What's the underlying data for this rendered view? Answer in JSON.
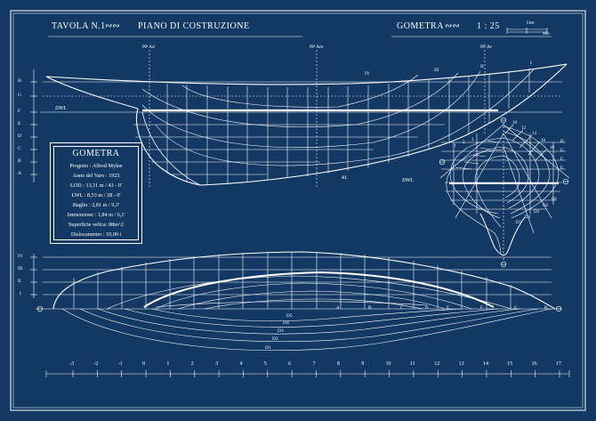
{
  "header": {
    "sheet": "TAVOLA N.1",
    "plan_title": "PIANO DI COSTRUZIONE",
    "boat_name": "GOMETRA",
    "scale": "1 : 25",
    "scale_bar_labels": [
      "Feet",
      "Mtr"
    ]
  },
  "profile": {
    "perpendiculars": [
      "PP Ad",
      "PP Am",
      "PP Av"
    ],
    "stations": [
      "IV",
      "III",
      "II",
      "I"
    ],
    "waterline_labels": [
      "H",
      "G",
      "F",
      "E",
      "D",
      "C",
      "B",
      "A"
    ],
    "dwl_label": "DWL",
    "keel_label": "KL"
  },
  "body_plan": {
    "symbol": "⌭",
    "dwl_label": "DWL",
    "stations_aft": [
      "1",
      "2",
      "3",
      "4",
      "5",
      "6",
      "7",
      "8"
    ],
    "stations_fwd": [
      "8",
      "9",
      "10",
      "11",
      "12",
      "13",
      "14",
      "15",
      "16",
      "17",
      "18"
    ],
    "waterlines": [
      "H",
      "G",
      "F",
      "E",
      "D",
      "C",
      "B",
      "A"
    ],
    "diagonals": [
      "D1",
      "D2",
      "D3",
      "D4",
      "D5"
    ]
  },
  "info": {
    "title": "GOMETRA",
    "lines": [
      "Progetto : Alfred Mylne",
      "Anno del Varo : 1925",
      "LOD : 13,11 m / 43 - 0'",
      "LWL : 8,53 m / 28 - 0'",
      "Baglio : 2,81 m / 9,3'",
      "Immersione : 1,84 m / 6,1'",
      "Superficie velica: 88m^2",
      "Dislocamento : 10,00 t"
    ]
  },
  "halfbreadth": {
    "buttock_labels": [
      "IV",
      "III",
      "II",
      "I"
    ],
    "diagonals": [
      "D5",
      "D4",
      "D3",
      "D2",
      "D1"
    ],
    "waterlines": [
      "A",
      "B",
      "C",
      "D",
      "E",
      "F",
      "G",
      "H"
    ]
  },
  "station_scale": {
    "ticks": [
      "-3",
      "-2",
      "-1",
      "0",
      "1",
      "2",
      "3",
      "4",
      "5",
      "6",
      "7",
      "8",
      "9",
      "10",
      "11",
      "12",
      "13",
      "14",
      "15",
      "16",
      "17"
    ]
  },
  "colors": {
    "background": "#123863",
    "lines": "#ffffff"
  }
}
